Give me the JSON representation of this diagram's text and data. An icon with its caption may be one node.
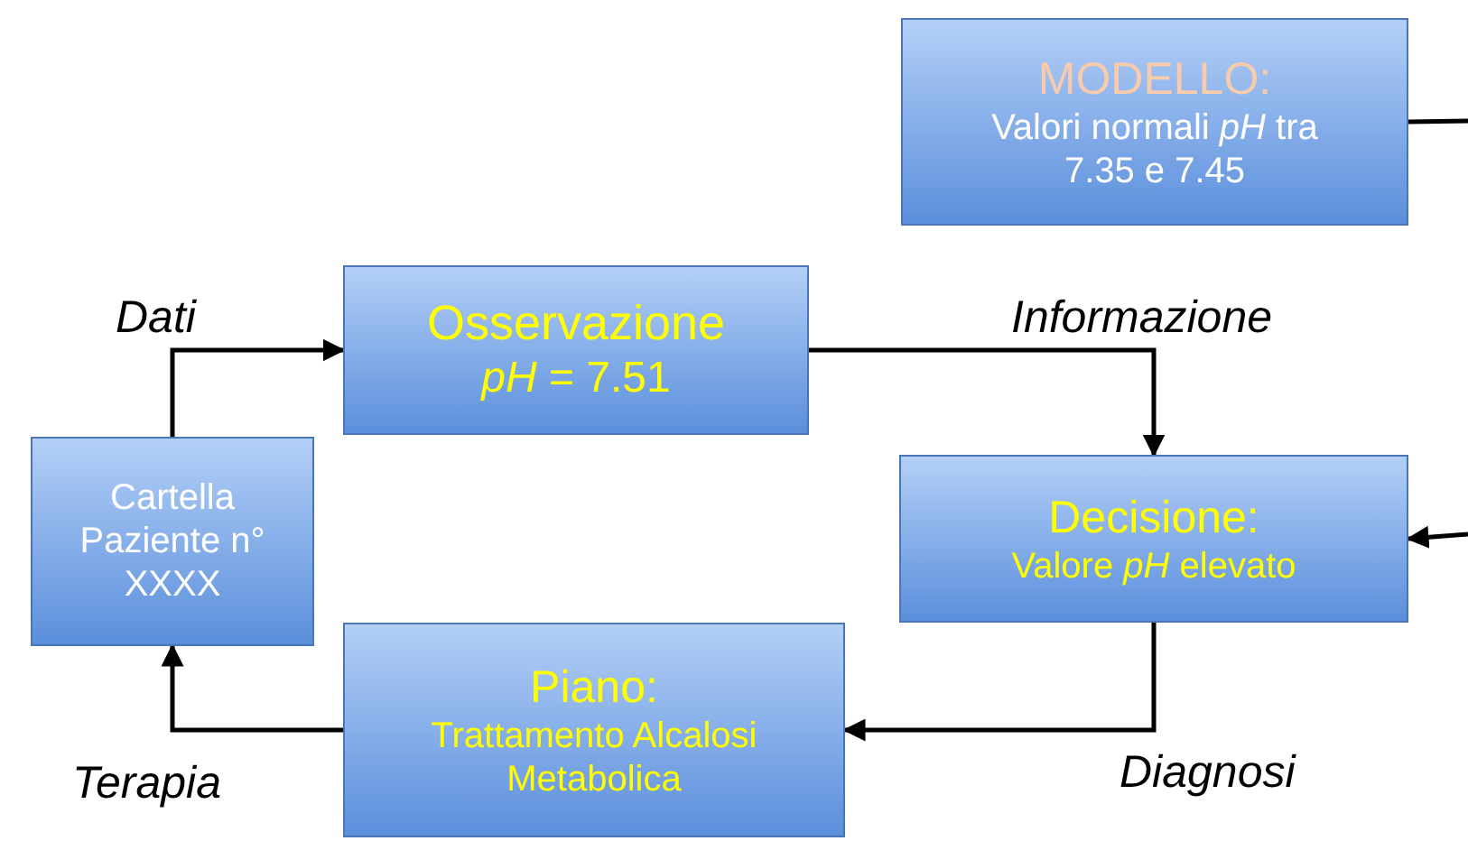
{
  "diagram": {
    "nodes": [
      {
        "text": [
          "MODELLO:",
          "Valori normali *pH* tra 7.35 e 7.45"
        ]
      },
      {
        "text": [
          "Cartella Paziente n° XXXX"
        ]
      },
      {
        "text": [
          "Osservazione",
          "*pH* = 7.51"
        ]
      },
      {
        "text": [
          "Decisione:",
          "Valore *pH* elevato"
        ]
      },
      {
        "text": [
          "Piano:",
          "Trattamento Alcalosi Metabolica"
        ]
      }
    ],
    "edges": [
      {
        "from": 1,
        "to": 2,
        "arrow": "to",
        "label": "Dati"
      },
      {
        "from": 2,
        "to": 3,
        "arrow": "to",
        "label": "Informazione"
      },
      {
        "from": 3,
        "to": 4,
        "arrow": "to",
        "label": "Diagnosi"
      },
      {
        "from": 4,
        "to": 1,
        "arrow": "to",
        "label": "Terapia"
      },
      {
        "from": 0,
        "to": null,
        "arrow": "none"
      },
      {
        "from": null,
        "to": 3,
        "arrow": "to"
      }
    ]
  }
}
